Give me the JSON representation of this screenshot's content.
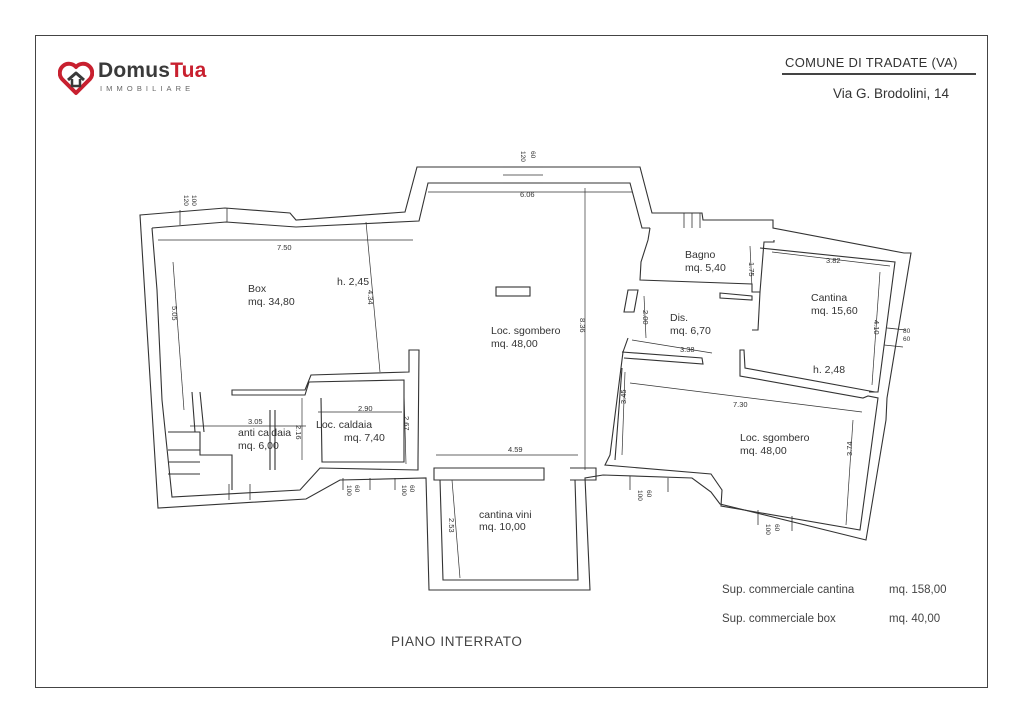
{
  "brand": {
    "name_a": "Domus",
    "name_b": "Tua",
    "subtitle": "IMMOBILIARE",
    "color_red": "#c8202f",
    "color_dark": "#3a3a3a",
    "logo_icon": "heart-house-icon"
  },
  "header": {
    "comune": "COMUNE DI  TRADATE (VA)",
    "address": "Via G. Brodolini, 14"
  },
  "rooms": {
    "box": {
      "name": "Box",
      "area": "mq. 34,80"
    },
    "box_height": "h. 2,45",
    "sgombero_main": {
      "name": "Loc. sgombero",
      "area": "mq. 48,00"
    },
    "anti_caldaia": {
      "name": "anti caldaia",
      "area": "mq. 6,00"
    },
    "caldaia": {
      "name": "Loc. caldaia",
      "area": "mq. 7,40"
    },
    "cantina_vini": {
      "name": "cantina vini",
      "area": "mq. 10,00"
    },
    "bagno": {
      "name": "Bagno",
      "area": "mq. 5,40"
    },
    "dis": {
      "name": "Dis.",
      "area": "mq. 6,70"
    },
    "cantina": {
      "name": "Cantina",
      "area": "mq. 15,60"
    },
    "east_height": "h. 2,48",
    "sgombero_east": {
      "name": "Loc. sgombero",
      "area": "mq. 48,00"
    }
  },
  "dimensions": {
    "d_606": "6.06",
    "d_750": "7.50",
    "d_434": "4.34",
    "d_836": "8.36",
    "d_505": "5.05",
    "d_305": "3.05",
    "d_290": "2.90",
    "d_216": "2.16",
    "d_267": "2.67",
    "d_459": "4.59",
    "d_253": "2.53",
    "d_382": "3.82",
    "d_175": "1.75",
    "d_200": "2.00",
    "d_338": "3.38",
    "d_410": "4.10",
    "d_730": "7.30",
    "d_345": "3.45",
    "d_374": "3.74"
  },
  "windows": {
    "w_top_a": "120",
    "w_top_b": "60",
    "w_box_a": "120",
    "w_box_b": "100",
    "w_cald1_a": "100",
    "w_cald1_b": "60",
    "w_cald2_a": "100",
    "w_cald2_b": "60",
    "w_east_a": "80",
    "w_east_b": "60",
    "w_se1_a": "100",
    "w_se1_b": "60",
    "w_se2_a": "100",
    "w_se2_b": "60"
  },
  "summary": {
    "cantina_label": "Sup. commerciale cantina",
    "cantina_value": "mq. 158,00",
    "box_label": "Sup. commerciale  box",
    "box_value": "mq.  40,00"
  },
  "plan_title": "PIANO  INTERRATO"
}
